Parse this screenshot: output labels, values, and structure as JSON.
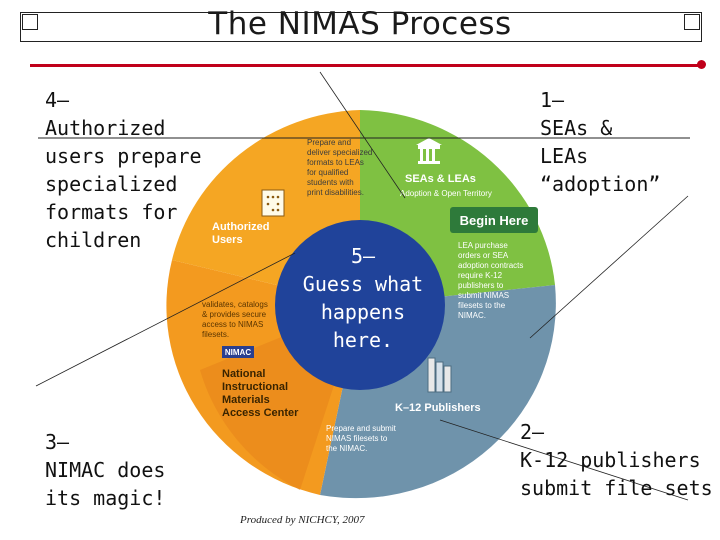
{
  "slide": {
    "title": "The NIMAS Process"
  },
  "captions": {
    "step1": "1—\nSEAs &\nLEAs\n“adoption”",
    "step2": "2—\nK-12 publishers\nsubmit file sets",
    "step3": "3—\nNIMAC does\nits magic!",
    "step4": "4—\nAuthorized\nusers prepare\nspecialized\nformats for\nchildren",
    "step5": "5—\nGuess what\nhappens\nhere."
  },
  "wheel": {
    "seas_label": "SEAs & LEAs",
    "seas_sub": "Adoption & Open Territory",
    "seas_text": [
      "Prepare and",
      "deliver specialized",
      "formats to LEAs",
      "for qualified",
      "students with",
      "print disabilities."
    ],
    "begin_here": "Begin Here",
    "lea_text": [
      "LEA purchase",
      "orders or SEA",
      "adoption contracts",
      "require K-12",
      "publishers to",
      "submit NIMAS",
      "filesets to the",
      "NIMAC."
    ],
    "publishers_label": "K–12 Publishers",
    "publishers_text": [
      "Prepare and submit",
      "NIMAS filesets to",
      "the NIMAC."
    ],
    "nimac_logo": "NIMAC",
    "nimac_label": [
      "National",
      "Instructional",
      "Materials",
      "Access Center"
    ],
    "nimac_text": [
      "validates, catalogs",
      "& provides secure",
      "access to NIMAS",
      "filesets."
    ],
    "authorized_label": [
      "Authorized",
      "Users"
    ]
  },
  "credit": "Produced by NICHCY, 2007",
  "colors": {
    "green": "#7fc142",
    "blue_gray": "#6f93ab",
    "orange": "#f39a1f",
    "center": "#20439a",
    "accent_red": "#c0001a",
    "begin_here": "#2e7a3a"
  }
}
